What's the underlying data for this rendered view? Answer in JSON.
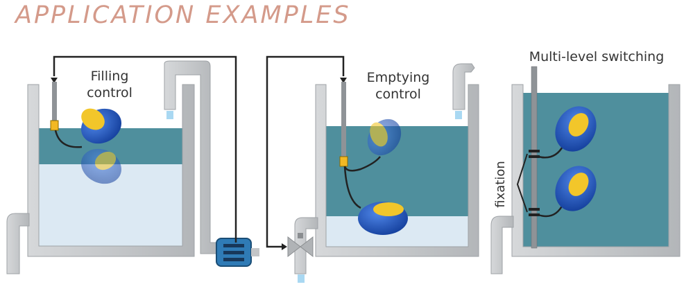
{
  "header": {
    "title": "APPLICATION EXAMPLES"
  },
  "panels": [
    {
      "id": "filling",
      "label_line1": "Filling",
      "label_line2": "control"
    },
    {
      "id": "emptying",
      "label_line1": "Emptying",
      "label_line2": "control"
    },
    {
      "id": "multilevel",
      "label_line1": "Multi-level switching",
      "side_label": "fixation"
    }
  ],
  "colors": {
    "title": "#d49a8a",
    "tank_wall": "#c3c5c7",
    "water_dark": "#4e8f9e",
    "water_light": "#d9e8f2",
    "float_body": "#1f55c4",
    "float_cap": "#f2c62a",
    "pump": "#2f7bb6",
    "clamp": "#f2b824"
  }
}
